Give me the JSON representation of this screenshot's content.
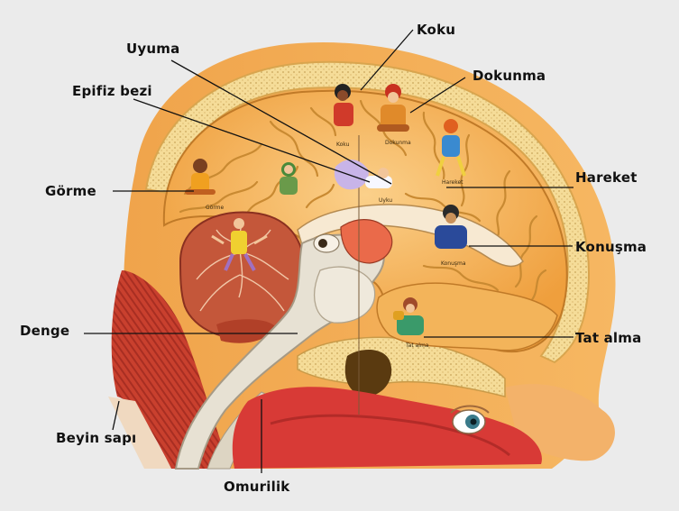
{
  "labels": {
    "koku": "Koku",
    "uyuma": "Uyuma",
    "dokunma": "Dokunma",
    "epifiz": "Epifiz bezi",
    "hareket": "Hareket",
    "gorme": "Görme",
    "konusma": "Konuşma",
    "denge": "Denge",
    "tatalma": "Tat alma",
    "beyin_sapi": "Beyin sapı",
    "omurilik": "Omurilik"
  },
  "colors": {
    "background": "#ebebeb",
    "skin": "#f2a34a",
    "skull": "#f6d98f",
    "cortex": "#f4b458",
    "cortex_fold": "#c98a32",
    "cerebellum": "#c4573a",
    "muscle": "#c33a2a",
    "leader_line": "#111111"
  }
}
